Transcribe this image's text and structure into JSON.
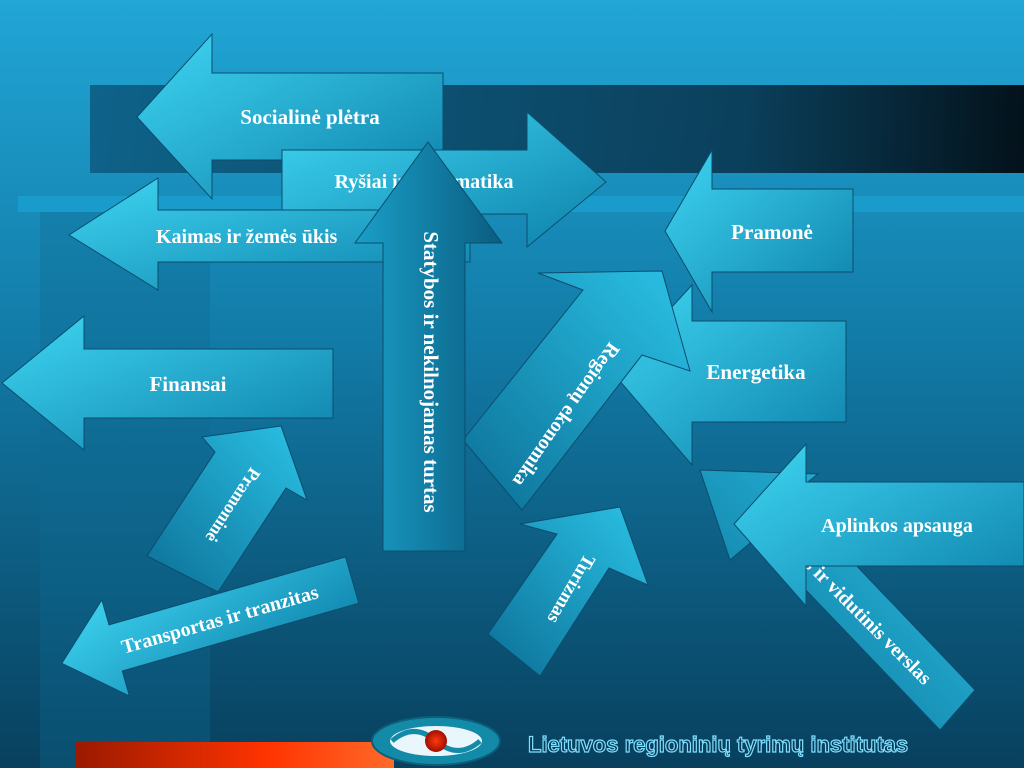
{
  "arrows": {
    "socialine_pletra": "Socialinė plėtra",
    "rysiai_informatika": "Ryšiai ir informatika",
    "kaimas_zemes_ukis": "Kaimas ir žemės ūkis",
    "statybos": "Statybos ir nekilnojamas turtas",
    "pramone": "Pramonė",
    "regionu_ekonomika": "Regionų ekonomika",
    "energetika": "Energetika",
    "finansai": "Finansai",
    "pramonine": "Pramoninė",
    "transportas": "Transportas ir tranzitas",
    "turizmas": "Turizmas",
    "smulkus_verslas": "Smulkus ir vidutinis verslas",
    "aplinkos_apsauga": "Aplinkos apsauga"
  },
  "footer": {
    "institute_name": "Lietuvos regioninių tyrimų institutas"
  },
  "colors": {
    "background_top": "#1f9fcf",
    "background_bottom": "#0a4666",
    "arrow_light": "#35d0ee",
    "arrow_dark": "#0b6f95",
    "footer_bar": "#ff3a00"
  }
}
